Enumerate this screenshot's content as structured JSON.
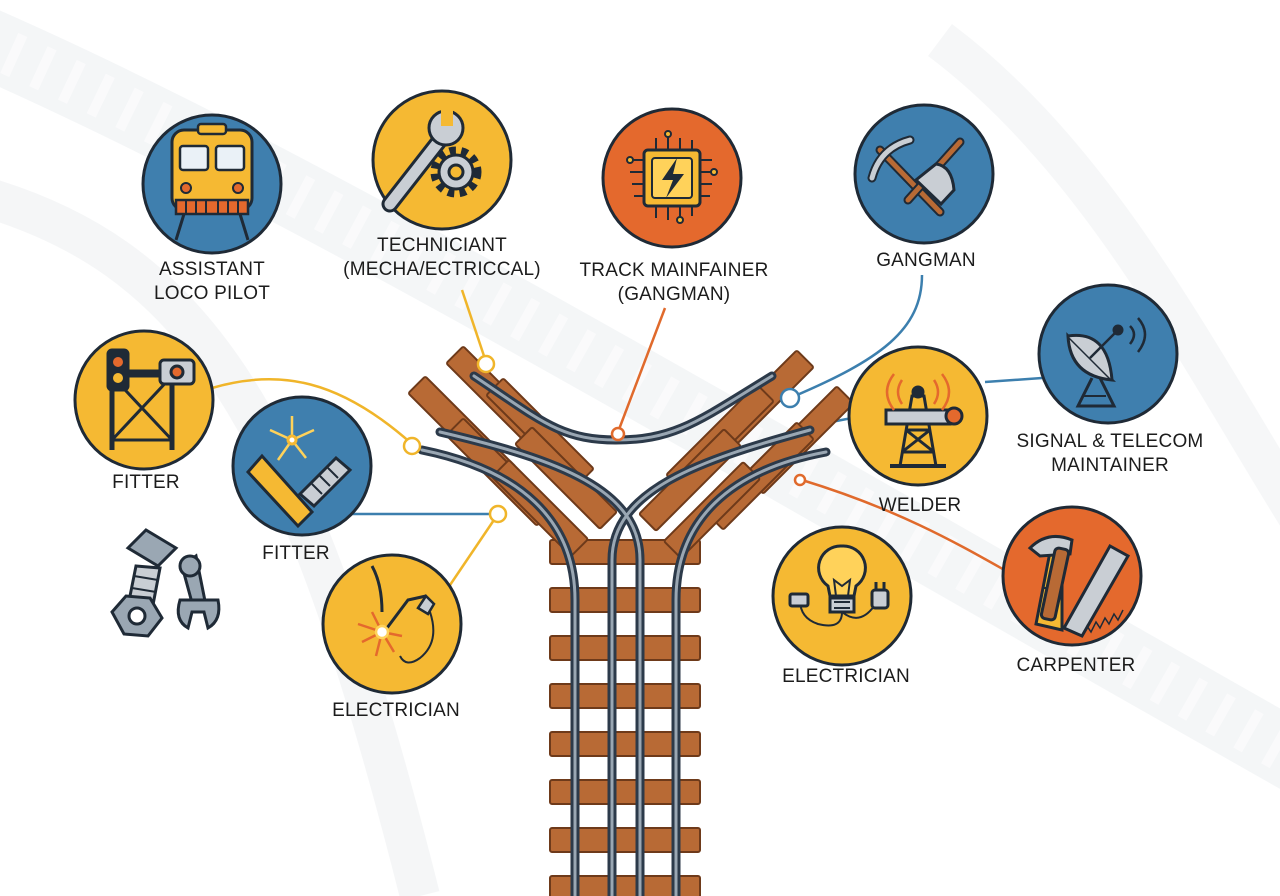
{
  "colors": {
    "blue": "#3f7fae",
    "yellow": "#f5b933",
    "orange": "#e4692d",
    "outline": "#1f2a36",
    "rail": "#2c3a4a",
    "rail_highlight": "#9aa7b3",
    "sleeper": "#b86a35",
    "sleeper_edge": "#6e3a1a",
    "connector_yellow": "#f0b52a",
    "connector_blue": "#3c7fae",
    "connector_orange": "#e06a2c"
  },
  "roles": [
    {
      "id": "assistant-loco-pilot",
      "icon": "locomotive-icon",
      "color": "blue",
      "lines": [
        "ASSISTANT",
        "LOCO PILOT"
      ]
    },
    {
      "id": "technician",
      "icon": "wrench-gear-icon",
      "color": "yellow",
      "lines": [
        "TECHNICIANT",
        "(MECHA/ECTRICCAL)"
      ]
    },
    {
      "id": "track-maintainer",
      "icon": "circuit-chip-icon",
      "color": "orange",
      "lines": [
        "TRACK MAINFAINER",
        "(GANGMAN)"
      ]
    },
    {
      "id": "gangman",
      "icon": "pickaxe-shovel-icon",
      "color": "blue",
      "lines": [
        "GANGMAN"
      ]
    },
    {
      "id": "fitter-1",
      "icon": "signal-gantry-icon",
      "color": "yellow",
      "lines": [
        "FITTER"
      ]
    },
    {
      "id": "fitter-2",
      "icon": "bolt-spark-icon",
      "color": "blue",
      "lines": [
        "FITTER"
      ]
    },
    {
      "id": "signal-telecom-maintainer",
      "icon": "satellite-dish-icon",
      "color": "blue",
      "lines": [
        "SIGNAL & TELECOM",
        "MAINTAINER"
      ]
    },
    {
      "id": "welder",
      "icon": "signal-tower-icon",
      "color": "yellow",
      "lines": [
        "WELDER"
      ]
    },
    {
      "id": "electrician-1",
      "icon": "welding-torch-icon",
      "color": "yellow",
      "lines": [
        "ELECTRICIAN"
      ]
    },
    {
      "id": "electrician-2",
      "icon": "light-bulb-plug-icon",
      "color": "yellow",
      "lines": [
        "ELECTRICIAN"
      ]
    },
    {
      "id": "carpenter",
      "icon": "hammer-saw-icon",
      "color": "orange",
      "lines": [
        "CARPENTER"
      ]
    }
  ],
  "standalone_icons": [
    "bolt-nut-icon",
    "wrench-icon"
  ]
}
